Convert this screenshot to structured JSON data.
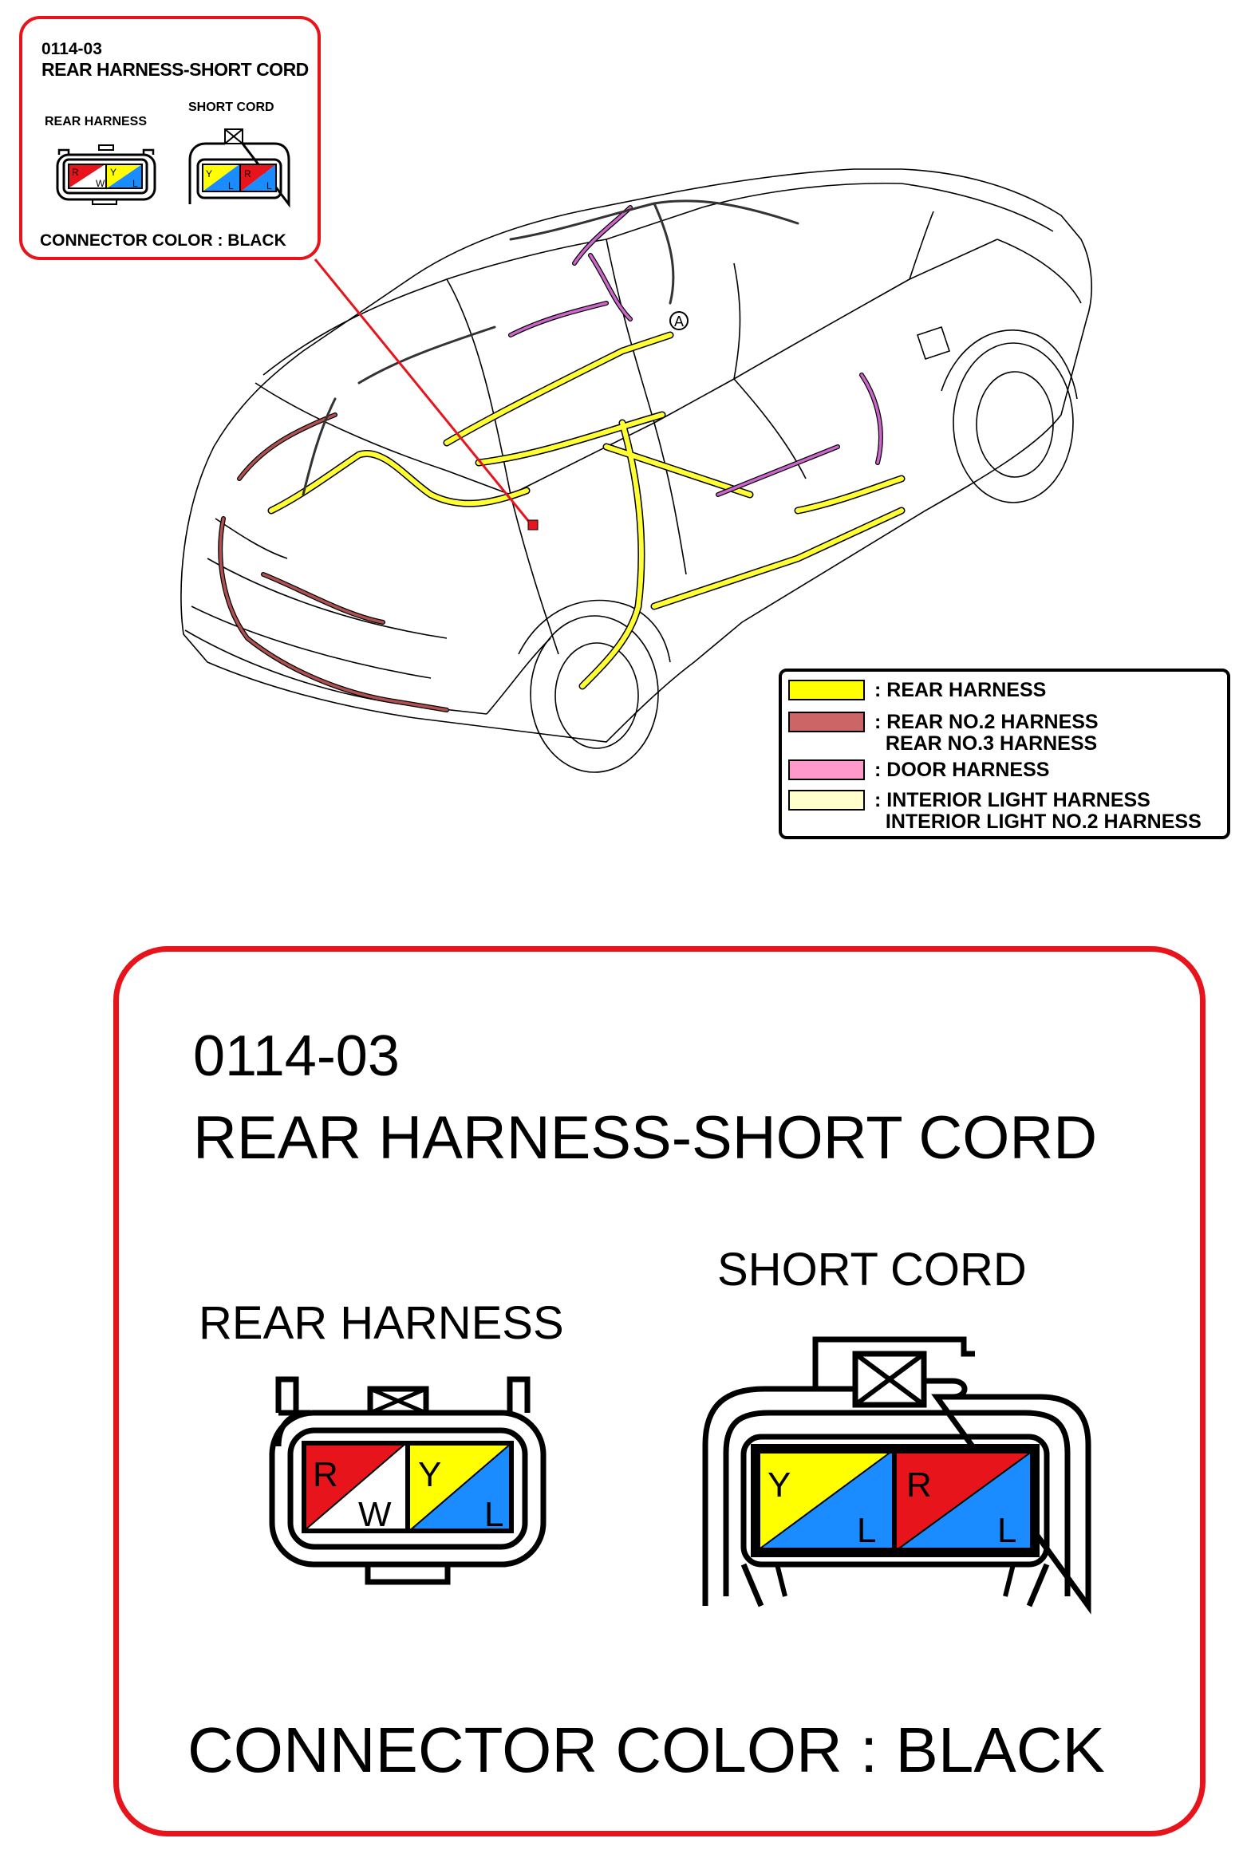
{
  "callout_small": {
    "code": "0114-03",
    "title": "REAR HARNESS-SHORT CORD",
    "rear_label": "REAR HARNESS",
    "short_label": "SHORT CORD",
    "connector_color": "CONNECTOR COLOR : BLACK"
  },
  "callout_large": {
    "code": "0114-03",
    "title": "REAR HARNESS-SHORT CORD",
    "rear_label": "REAR HARNESS",
    "short_label": "SHORT CORD",
    "connector_color": "CONNECTOR COLOR : BLACK"
  },
  "rear_connector_pins": {
    "left": {
      "top": "R",
      "bottom": "W"
    },
    "right": {
      "top": "Y",
      "bottom": "L"
    }
  },
  "short_connector_pins": {
    "left": {
      "top": "Y",
      "bottom": "L"
    },
    "right": {
      "top": "R",
      "bottom": "L"
    }
  },
  "marker_label": "A",
  "legend": [
    {
      "color": "#ffff00",
      "lines": [
        ": REAR HARNESS"
      ]
    },
    {
      "color": "#cc6666",
      "lines": [
        ": REAR NO.2 HARNESS",
        "  REAR NO.3 HARNESS"
      ]
    },
    {
      "color": "#ff99cc",
      "lines": [
        ": DOOR HARNESS"
      ]
    },
    {
      "color": "#ffffcc",
      "lines": [
        ": INTERIOR LIGHT HARNESS",
        "  INTERIOR LIGHT NO.2 HARNESS"
      ]
    }
  ],
  "colors": {
    "callout_border": "#e8141c",
    "red": "#e8141c",
    "yellow": "#ffff00",
    "blue": "#1a8cff",
    "white": "#ffffff"
  }
}
